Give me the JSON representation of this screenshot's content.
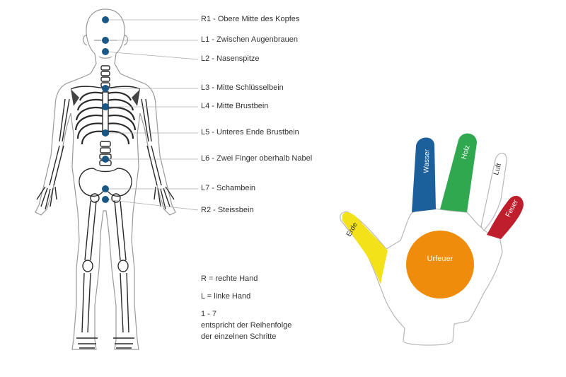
{
  "points": [
    {
      "id": "R1",
      "label": "R1 - Obere Mitte des Kopfes"
    },
    {
      "id": "L1",
      "label": "L1 - Zwischen Augenbrauen"
    },
    {
      "id": "L2",
      "label": "L2 - Nasenspitze"
    },
    {
      "id": "L3",
      "label": "L3 - Mitte Schlüsselbein"
    },
    {
      "id": "L4",
      "label": "L4 - Mitte Brustbein"
    },
    {
      "id": "L5",
      "label": "L5 - Unteres Ende Brustbein"
    },
    {
      "id": "L6",
      "label": "L6 - Zwei Finger oberhalb Nabel"
    },
    {
      "id": "L7",
      "label": "L7 - Schambein"
    },
    {
      "id": "R2",
      "label": "R2 - Steissbein"
    }
  ],
  "legend": {
    "right_hand": "R = rechte Hand",
    "left_hand": "L = linke Hand",
    "sequence_line1": "1 - 7",
    "sequence_line2": "entspricht der Reihenfolge",
    "sequence_line3": "der einzelnen Schritte"
  },
  "hand": {
    "palm_label": "Urfeuer",
    "fingers": [
      {
        "label": "Erde",
        "color": "#f3e21a"
      },
      {
        "label": "Wasser",
        "color": "#1b5f9b"
      },
      {
        "label": "Holz",
        "color": "#2fa84f"
      },
      {
        "label": "Luft",
        "color": "#ffffff"
      },
      {
        "label": "Feuer",
        "color": "#bf1e2d"
      }
    ],
    "palm_color": "#ef8c0b"
  },
  "colors": {
    "marker": "#1b5785",
    "outline": "#9a9a9a",
    "bone": "#2a2a2a"
  }
}
